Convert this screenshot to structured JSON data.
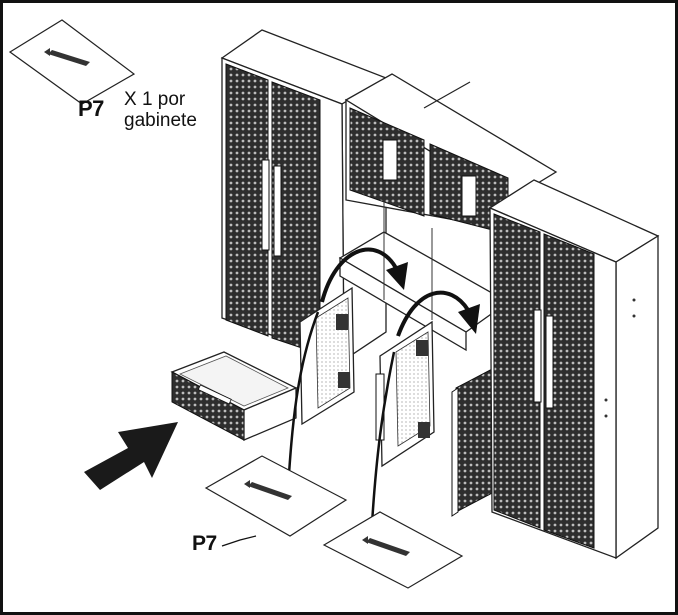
{
  "instruction": {
    "part_code_top": "P7",
    "quantity_line1": "X 1 por",
    "quantity_line2": "gabinete",
    "part_code_bottom": "P7"
  },
  "icons": [
    "part-sheet-icon",
    "insertion-arrow-icon",
    "curved-arrow-icon",
    "cabinet-illustration"
  ],
  "colors": {
    "ink": "#111111",
    "paper": "#ffffff",
    "mesh": "#3a3a3a",
    "arrow": "#1a1a1a"
  }
}
